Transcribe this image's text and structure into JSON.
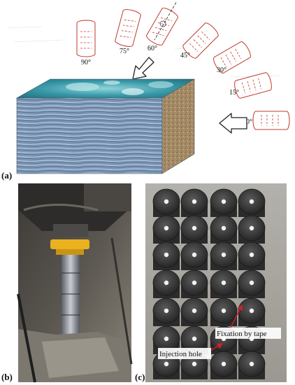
{
  "panels": {
    "a": {
      "letter": "(a)"
    },
    "b": {
      "letter": "(b)"
    },
    "c": {
      "letter": "(c)"
    }
  },
  "angles": [
    "90°",
    "75°",
    "60°",
    "45°",
    "30°",
    "15°",
    "0°"
  ],
  "annotations": {
    "fixation": "Fixation by tape",
    "injection": "Injection hole"
  },
  "colors": {
    "core_outline": "#c0392b",
    "arrow": "#222222",
    "annotation_arrow": "#d0202a",
    "rock_front": "#7f9ab8",
    "rock_top": "#3a9aa8",
    "rock_side": "#a68a63",
    "sample_dark": "#2b2b2b"
  }
}
